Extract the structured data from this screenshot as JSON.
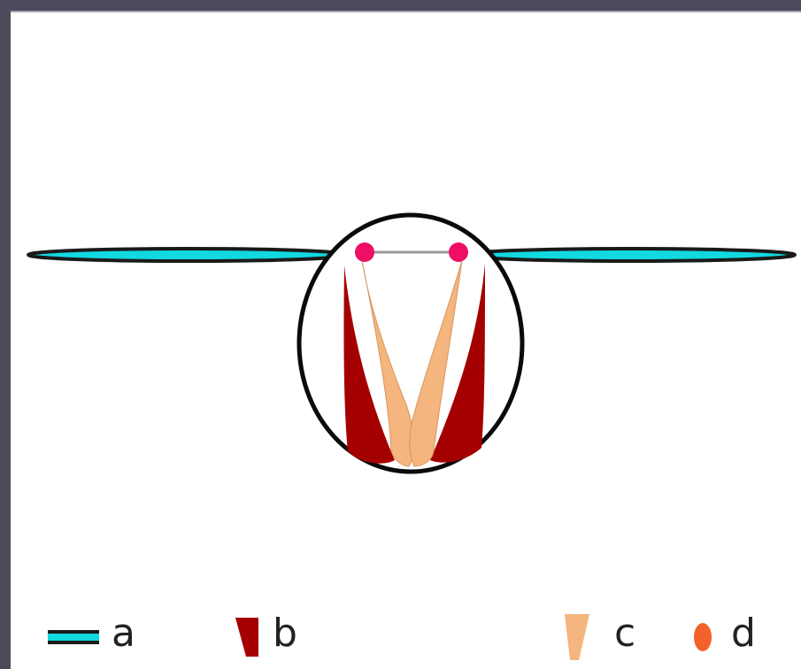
{
  "legend": [
    {
      "key": "a",
      "label": "a",
      "shape": "blade-bar",
      "color": "#12d8e0"
    },
    {
      "key": "b",
      "label": "b",
      "shape": "tapered-wedge",
      "color": "#a50000"
    },
    {
      "key": "c",
      "label": "c",
      "shape": "narrow-wedge",
      "color": "#f4b57e"
    },
    {
      "key": "d",
      "label": "d",
      "shape": "oval-dot",
      "color": "#f2622a"
    }
  ],
  "colors": {
    "blade": "#12d8e0",
    "blade_outline": "#1a1a1a",
    "wedge_b": "#a50000",
    "wedge_c": "#f4b57e",
    "joint": "#ee0e63",
    "circle": "#0a0a0a",
    "link": "#9a9a9a"
  }
}
